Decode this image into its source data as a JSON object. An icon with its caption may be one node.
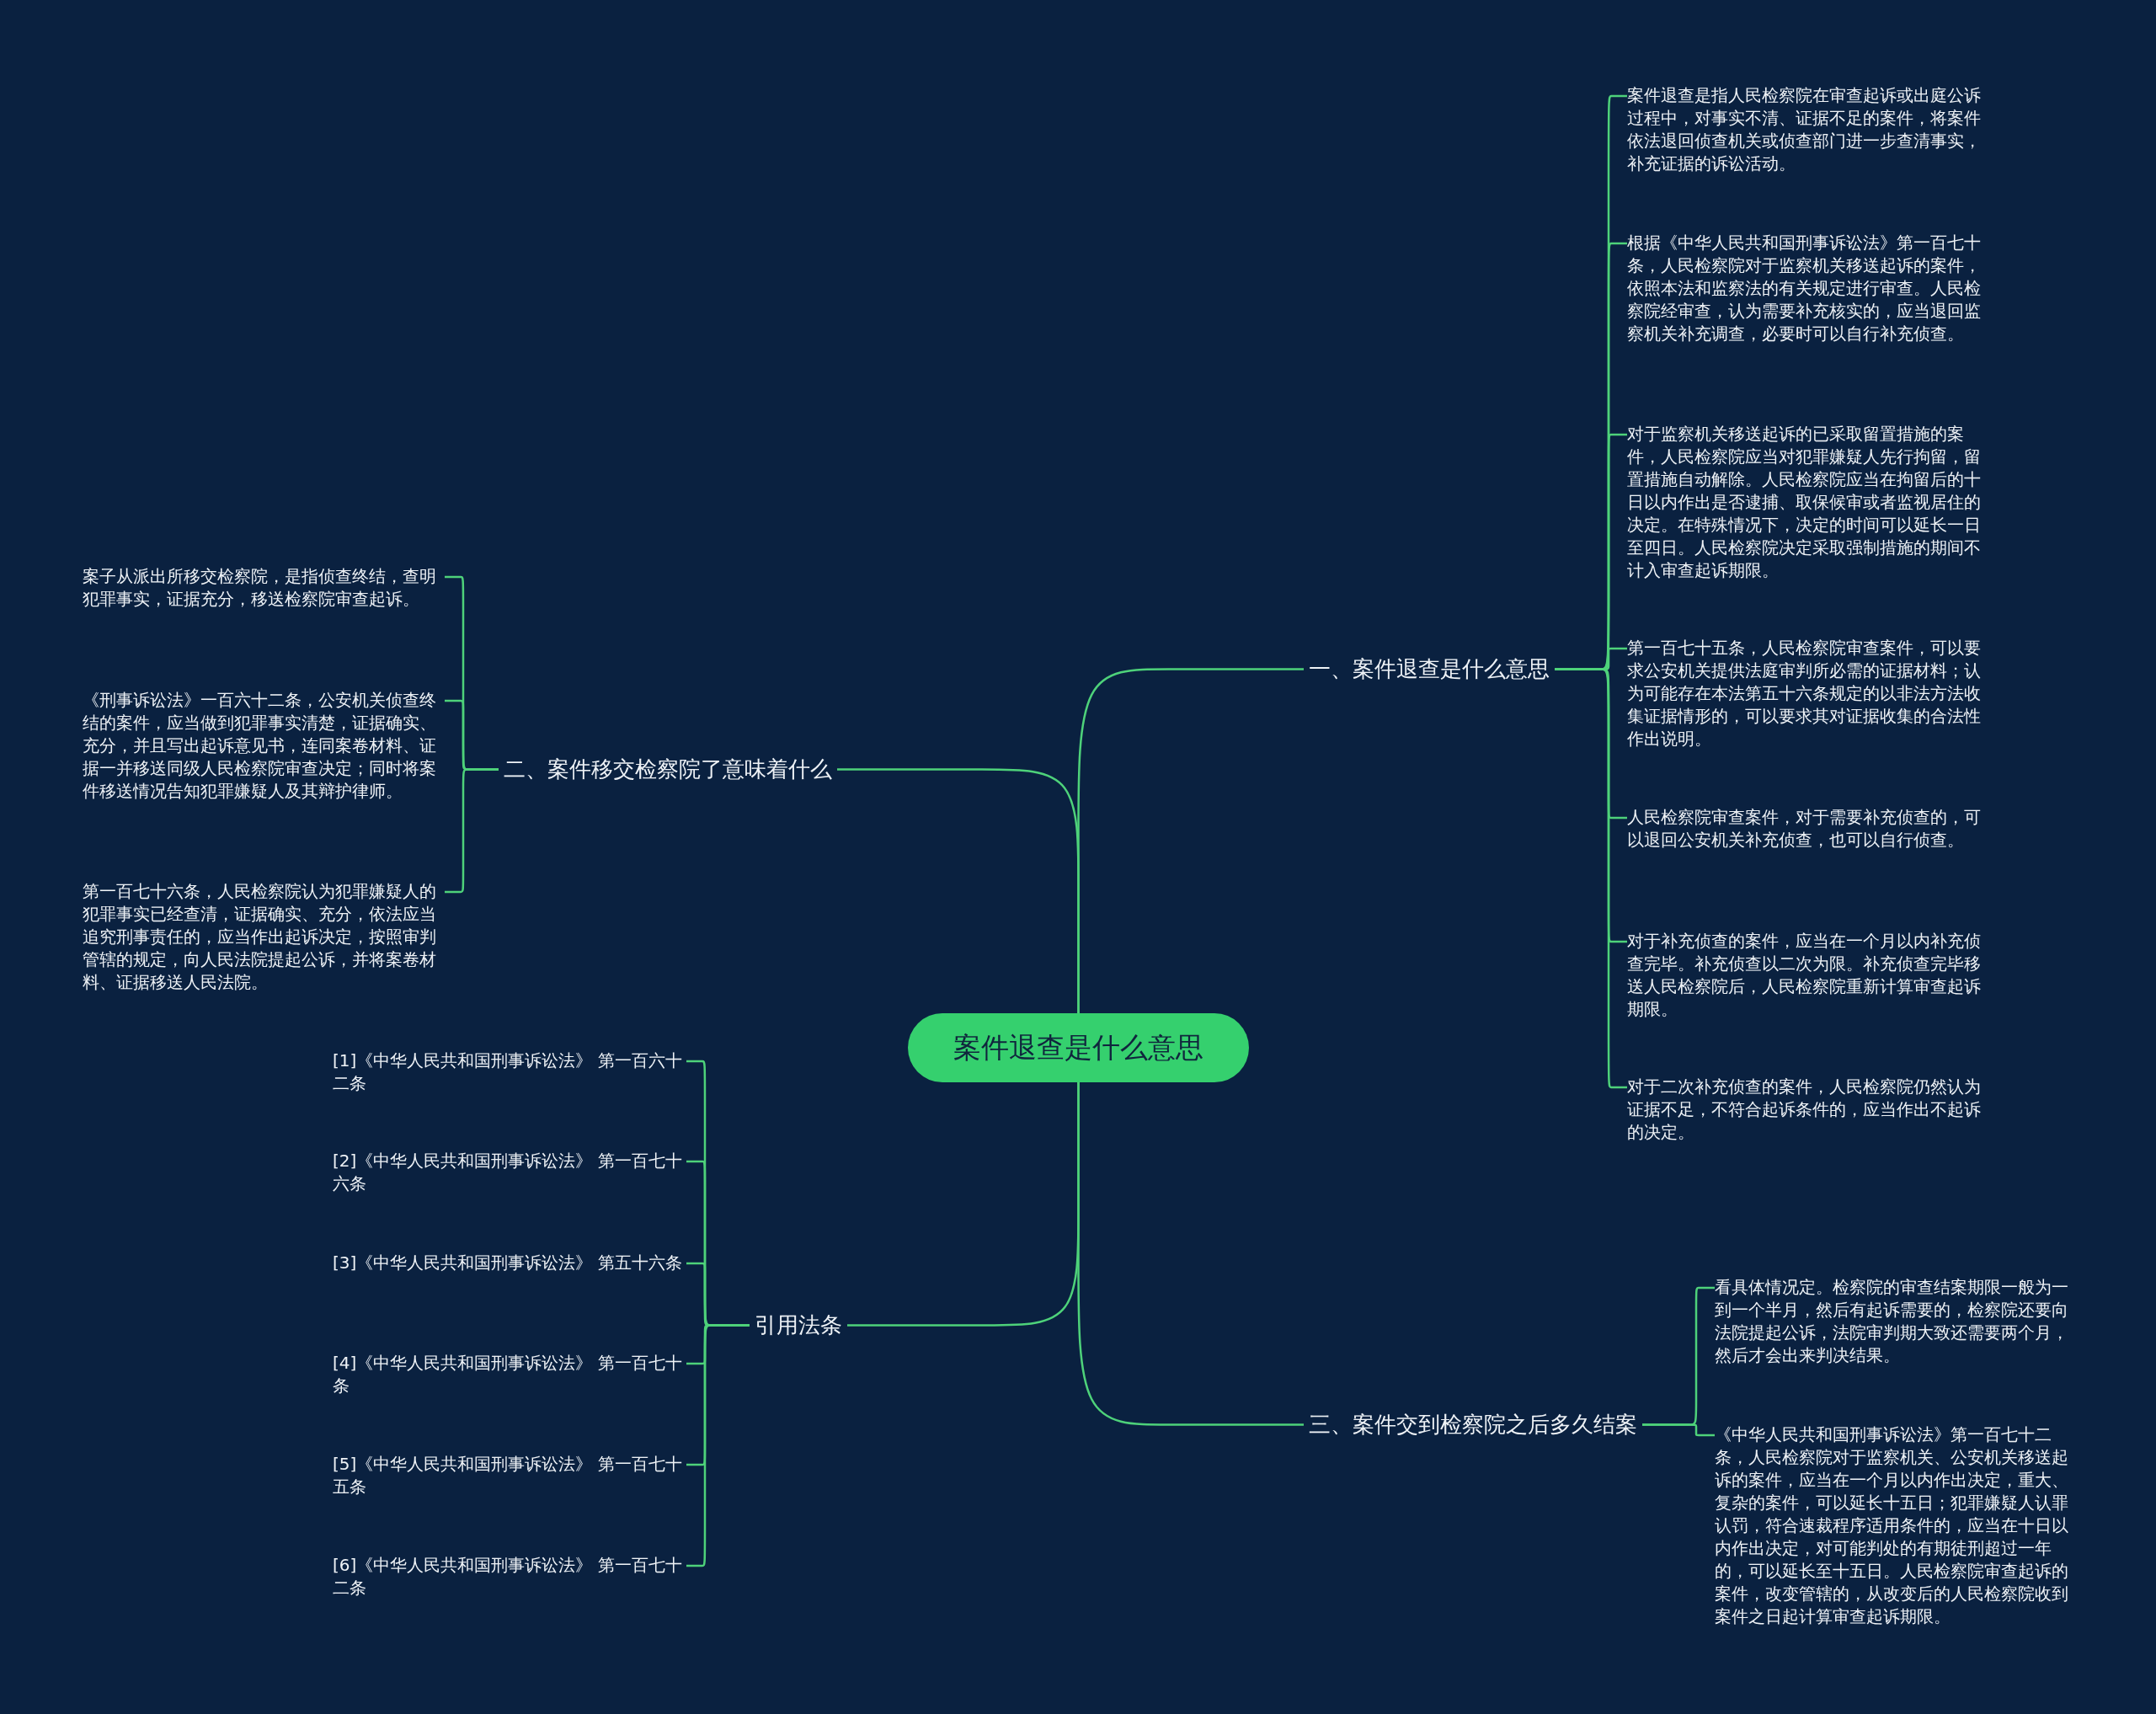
{
  "diagram": {
    "nodes": [
      {
        "text": [
          "案件退查是什么意思"
        ]
      },
      {
        "text": [
          "一、案件退查是什么意思"
        ]
      },
      {
        "text": [
          "案件退查是指人民检察院在审查起诉或出庭公诉过程中，对事实不清、证据不足的案件，将案件依法退回侦查机关或侦查部门进一步查清事实，补充证据的诉讼活动。"
        ]
      },
      {
        "text": [
          "根据《中华人民共和国刑事诉讼法》第一百七十条，人民检察院对于监察机关移送起诉的案件，依照本法和监察法的有关规定进行审查。人民检察院经审查，认为需要补充核实的，应当退回监察机关补充调查，必要时可以自行补充侦查。"
        ]
      },
      {
        "text": [
          "对于监察机关移送起诉的已采取留置措施的案件，人民检察院应当对犯罪嫌疑人先行拘留，留置措施自动解除。人民检察院应当在拘留后的十日以内作出是否逮捕、取保候审或者监视居住的决定。在特殊情况下，决定的时间可以延长一日至四日。人民检察院决定采取强制措施的期间不计入审查起诉期限。"
        ]
      },
      {
        "text": [
          "第一百七十五条，人民检察院审查案件，可以要求公安机关提供法庭审判所必需的证据材料；认为可能存在本法第五十六条规定的以非法方法收集证据情形的，可以要求其对证据收集的合法性作出说明。"
        ]
      },
      {
        "text": [
          "人民检察院审查案件，对于需要补充侦查的，可以退回公安机关补充侦查，也可以自行侦查。"
        ]
      },
      {
        "text": [
          "对于补充侦查的案件，应当在一个月以内补充侦查完毕。补充侦查以二次为限。补充侦查完毕移送人民检察院后，人民检察院重新计算审查起诉期限。"
        ]
      },
      {
        "text": [
          "对于二次补充侦查的案件，人民检察院仍然认为证据不足，不符合起诉条件的，应当作出不起诉的决定。"
        ]
      },
      {
        "text": [
          "二、案件移交检察院了意味着什么"
        ]
      },
      {
        "text": [
          "案子从派出所移交检察院，是指侦查终结，查明犯罪事实，证据充分，移送检察院审查起诉。"
        ]
      },
      {
        "text": [
          "《刑事诉讼法》一百六十二条，公安机关侦查终结的案件，应当做到犯罪事实清楚，证据确实、充分，并且写出起诉意见书，连同案卷材料、证据一并移送同级人民检察院审查决定；同时将案件移送情况告知犯罪嫌疑人及其辩护律师。"
        ]
      },
      {
        "text": [
          "第一百七十六条，人民检察院认为犯罪嫌疑人的犯罪事实已经查清，证据确实、充分，依法应当追究刑事责任的，应当作出起诉决定，按照审判管辖的规定，向人民法院提起公诉，并将案卷材料、证据移送人民法院。"
        ]
      },
      {
        "text": [
          "引用法条"
        ]
      },
      {
        "text": [
          "[1]《中华人民共和国刑事诉讼法》 第一百六十二条"
        ]
      },
      {
        "text": [
          "[2]《中华人民共和国刑事诉讼法》 第一百七十六条"
        ]
      },
      {
        "text": [
          "[3]《中华人民共和国刑事诉讼法》 第五十六条"
        ]
      },
      {
        "text": [
          "[4]《中华人民共和国刑事诉讼法》 第一百七十条"
        ]
      },
      {
        "text": [
          "[5]《中华人民共和国刑事诉讼法》 第一百七十五条"
        ]
      },
      {
        "text": [
          "[6]《中华人民共和国刑事诉讼法》 第一百七十二条"
        ]
      },
      {
        "text": [
          "三、案件交到检察院之后多久结案"
        ]
      },
      {
        "text": [
          "看具体情况定。检察院的审查结案期限一般为一到一个半月，然后有起诉需要的，检察院还要向法院提起公诉，法院审判期大致还需要两个月，然后才会出来判决结果。"
        ]
      },
      {
        "text": [
          "《中华人民共和国刑事诉讼法》第一百七十二条，人民检察院对于监察机关、公安机关移送起诉的案件，应当在一个月以内作出决定，重大、复杂的案件，可以延长十五日；犯罪嫌疑人认罪认罚，符合速裁程序适用条件的，应当在十日以内作出决定，对可能判处的有期徒刑超过一年的，可以延长至十五日。人民检察院审查起诉的案件，改变管辖的，从改变后的人民检察院收到案件之日起计算审查起诉期限。"
        ]
      }
    ],
    "edges": [
      {
        "from": 0,
        "to": 1,
        "arrow": "none"
      },
      {
        "from": 1,
        "to": 2,
        "arrow": "none"
      },
      {
        "from": 1,
        "to": 3,
        "arrow": "none"
      },
      {
        "from": 1,
        "to": 4,
        "arrow": "none"
      },
      {
        "from": 1,
        "to": 5,
        "arrow": "none"
      },
      {
        "from": 1,
        "to": 6,
        "arrow": "none"
      },
      {
        "from": 1,
        "to": 7,
        "arrow": "none"
      },
      {
        "from": 1,
        "to": 8,
        "arrow": "none"
      },
      {
        "from": 0,
        "to": 9,
        "arrow": "none"
      },
      {
        "from": 9,
        "to": 10,
        "arrow": "none"
      },
      {
        "from": 9,
        "to": 11,
        "arrow": "none"
      },
      {
        "from": 9,
        "to": 12,
        "arrow": "none"
      },
      {
        "from": 0,
        "to": 13,
        "arrow": "none"
      },
      {
        "from": 13,
        "to": 14,
        "arrow": "none"
      },
      {
        "from": 13,
        "to": 15,
        "arrow": "none"
      },
      {
        "from": 13,
        "to": 16,
        "arrow": "none"
      },
      {
        "from": 13,
        "to": 17,
        "arrow": "none"
      },
      {
        "from": 13,
        "to": 18,
        "arrow": "none"
      },
      {
        "from": 13,
        "to": 19,
        "arrow": "none"
      },
      {
        "from": 0,
        "to": 20,
        "arrow": "none"
      },
      {
        "from": 20,
        "to": 21,
        "arrow": "none"
      },
      {
        "from": 20,
        "to": 22,
        "arrow": "none"
      }
    ]
  }
}
